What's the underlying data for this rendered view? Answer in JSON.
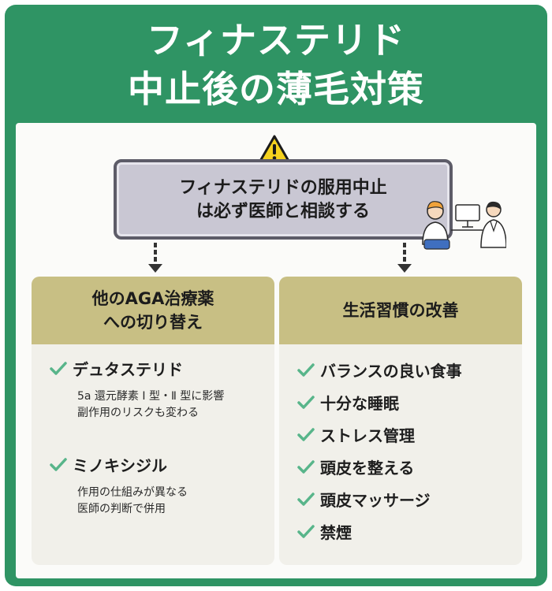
{
  "title": {
    "line1": "フィナステリド",
    "line2": "中止後の薄毛対策"
  },
  "banner": {
    "line1": "フィナステリドの服用中止",
    "line2": "は必ず医師と相談する"
  },
  "icons": {
    "warning": "warning-triangle-icon",
    "check": "checkmark-icon",
    "arrow": "dashed-down-arrow-icon",
    "illustration": "doctor-patient-consultation"
  },
  "colors": {
    "frame": "#2f9464",
    "card_header": "#c8bf84",
    "card_body": "#f1f0ea",
    "check": "#58b58a",
    "banner": "#c9c7d3"
  },
  "left_card": {
    "heading_line1": "他のAGA治療薬",
    "heading_line2": "への切り替え",
    "items": [
      {
        "label": "デュタステリド",
        "desc_line1": "5a 還元酵素 Ⅰ 型・Ⅱ 型に影響",
        "desc_line2": "副作用のリスクも変わる"
      },
      {
        "label": "ミノキシジル",
        "desc_line1": "作用の仕組みが異なる",
        "desc_line2": "医師の判断で併用"
      }
    ]
  },
  "right_card": {
    "heading": "生活習慣の改善",
    "items": [
      "バランスの良い食事",
      "十分な睡眠",
      "ストレス管理",
      "頭皮を整える",
      "頭皮マッサージ",
      "禁煙"
    ]
  }
}
